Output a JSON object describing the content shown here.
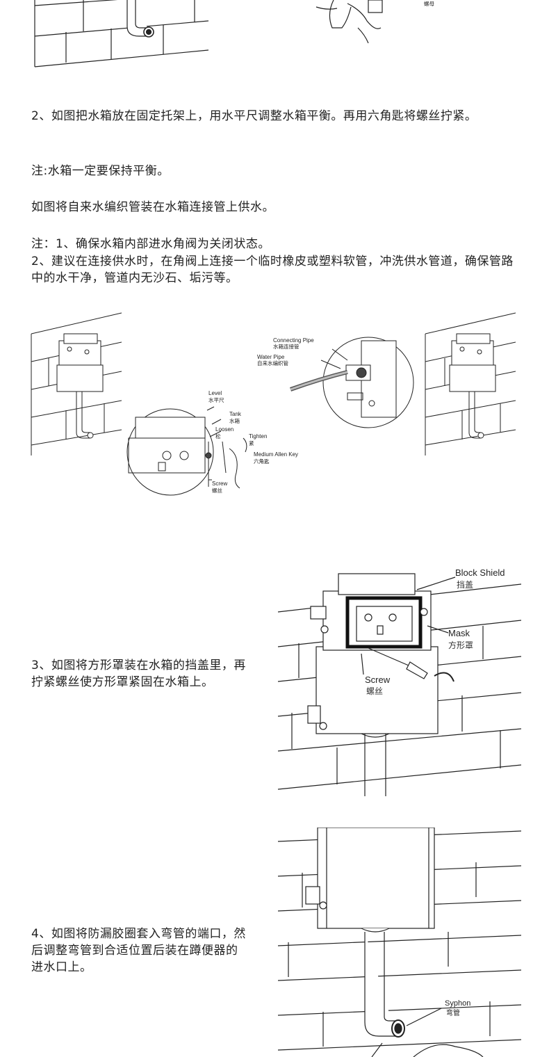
{
  "top_figure": {
    "nut_label": "螺母"
  },
  "step2": {
    "text": "2、如图把水箱放在固定托架上，用水平尺调整水箱平衡。再用六角匙将螺丝拧紧。",
    "note": "注:水箱一定要保持平衡。",
    "supply": "如图将自来水编织管装在水箱连接管上供水。",
    "note1": "注：1、确保水箱内部进水角阀为关闭状态。",
    "note2": "2、建议在连接供水时，在角阀上连接一个临时橡皮或塑料软管，冲洗供水管道，确保管路中的水干净，管道内无沙石、垢污等。"
  },
  "figure2": {
    "level_en": "Level",
    "level_cn": "水平尺",
    "tank_en": "Tank",
    "tank_cn": "水箱",
    "loosen_en": "Loosen",
    "loosen_cn": "松",
    "tighten_en": "Tighten",
    "tighten_cn": "紧",
    "key_en": "Medium Allen Key",
    "key_cn": "六角匙",
    "screw_en": "Screw",
    "screw_cn": "螺丝",
    "connecting_en": "Connecting Pipe",
    "connecting_cn": "水箱连接管",
    "water_en": "Water Pipe",
    "water_cn": "自来水编织管"
  },
  "step3": {
    "text": "3、如图将方形罩装在水箱的挡盖里，再拧紧螺丝使方形罩紧固在水箱上。",
    "block_en": "Block Shield",
    "block_cn": "挡盖",
    "mask_en": "Mask",
    "mask_cn": "方形罩",
    "screw_en": "Screw",
    "screw_cn": "螺丝"
  },
  "step4": {
    "text": "4、如图将防漏胶圈套入弯管的端口，然后调整弯管到合适位置后装在蹲便器的进水口上。",
    "syphon_en": "Syphon",
    "syphon_cn": "弯管"
  }
}
